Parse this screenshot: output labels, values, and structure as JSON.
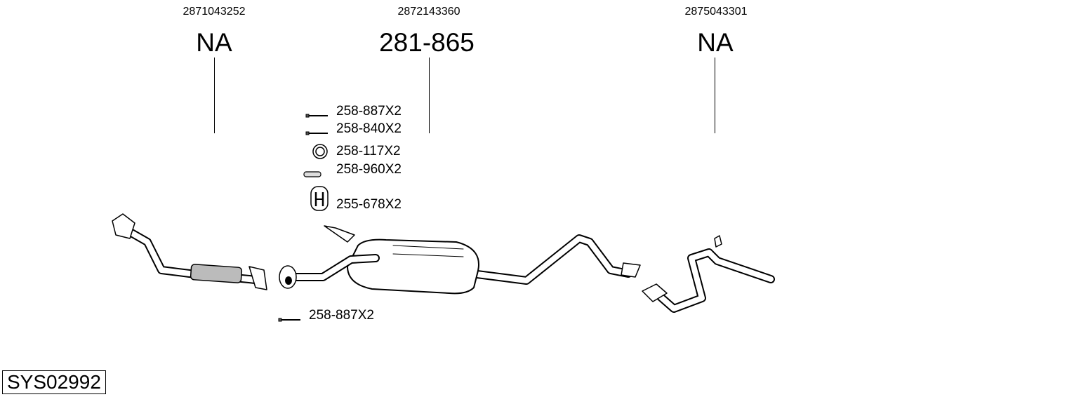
{
  "columns": [
    {
      "oe_number": "2871043252",
      "part_number": "NA"
    },
    {
      "oe_number": "2872143360",
      "part_number": "281-865"
    },
    {
      "oe_number": "2875043301",
      "part_number": "NA"
    }
  ],
  "accessories": [
    {
      "icon": "bolt-icon",
      "label": "258-887X2"
    },
    {
      "icon": "bolt-icon",
      "label": "258-840X2"
    },
    {
      "icon": "ring-gasket-icon",
      "label": "258-117X2"
    },
    {
      "icon": "sleeve-icon",
      "label": "258-960X2"
    },
    {
      "icon": "rubber-hanger-icon",
      "label": "255-678X2"
    }
  ],
  "bottom_accessory": {
    "icon": "bolt-icon",
    "label": "258-887X2"
  },
  "system_code": "SYS02992"
}
